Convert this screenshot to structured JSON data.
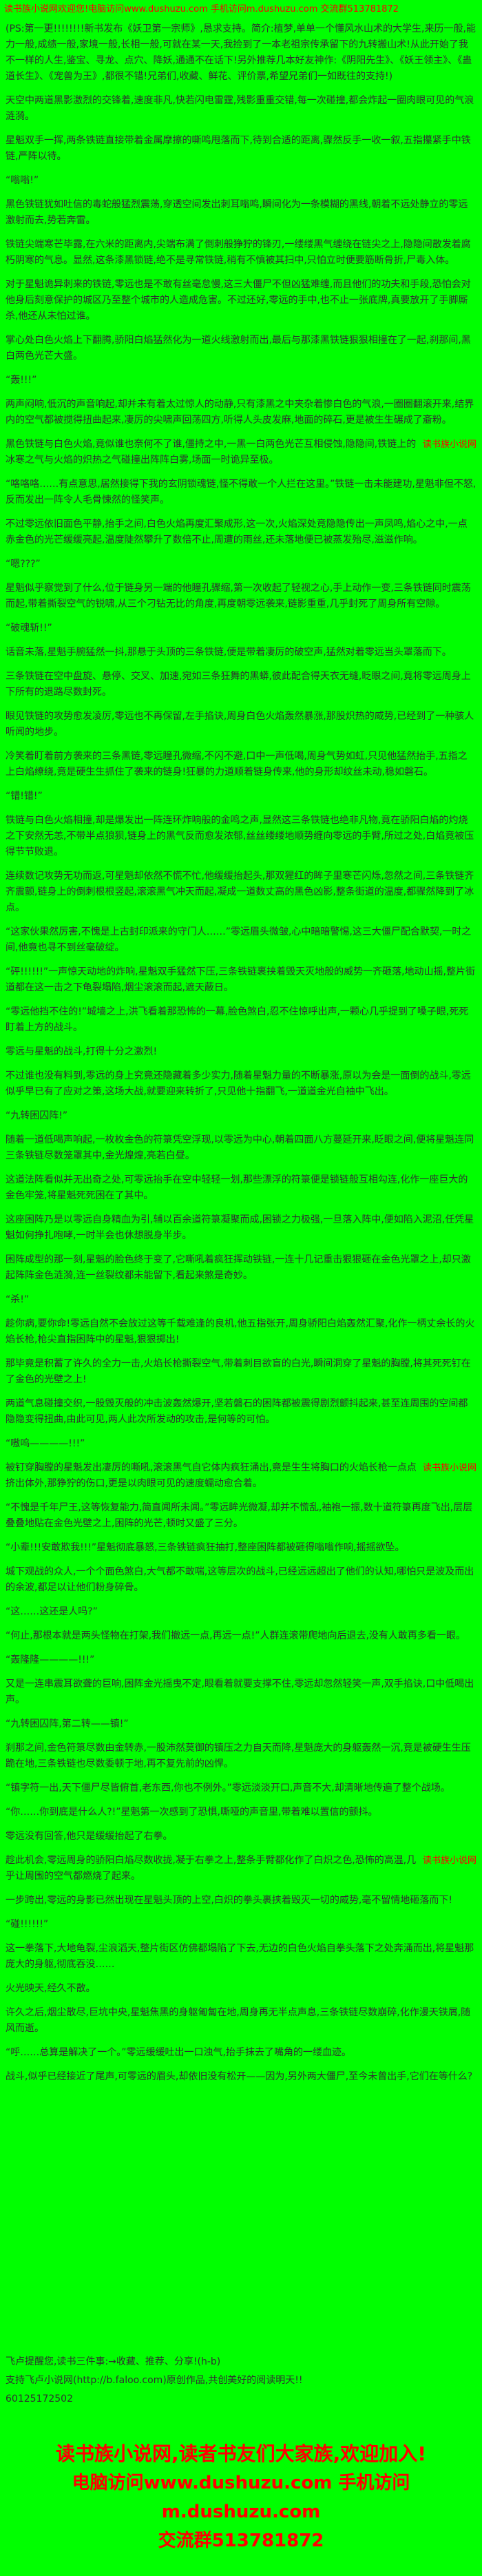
{
  "site": {
    "name": "读书族小说网",
    "top_notice": "读书族小说网欢迎您!电脑访问www.dushuzu.com 手机访问m.dushuzu.com 交流群513781872",
    "watermark": "读书族小说网"
  },
  "colors": {
    "background": "#00FF00",
    "body_text": "#303030",
    "accent_red": "#FF0000"
  },
  "content": {
    "paragraphs": [
      {
        "text": "(PS:第一更!!!!!!!!新书发布《妖卫第一宗师》,恳求支持。简介:植梦,单单一个懂风水山术的大学生,来历一般,能力一般,成绩一般,家境一般,长相一般,可就在某一天,我捡到了一本老祖宗传承留下的九转搬山术!从此开始了我不一样的人生,鉴宝、寻龙、点穴、降妖,通通不在话下!另外推荐几本好友神作:《阴阳先生》、《妖王领主》、《蛊道长生》、《宠兽为王》,都很不错!兄弟们,收藏、鲜花、评价票,希望兄弟们一如既往的支持!)",
        "watermark": false
      },
      {
        "text": "天空中两道黑影激烈的交锋着,速度非凡,快若闪电雷霆,残影重重交错,每一次碰撞,都会炸起一圈肉眼可见的气浪涟漪。",
        "watermark": false
      },
      {
        "text": "星魁双手一挥,两条铁链直接带着金属摩擦的嘶鸣甩落而下,待到合适的距离,骤然反手一收一叙,五指攥紧手中铁链,严阵以待。",
        "watermark": false
      },
      {
        "text": "“嗡嗡!”",
        "watermark": false
      },
      {
        "text": "黑色铁链犹如吐信的毒蛇般猛烈震荡,穿透空间发出刺耳嗡鸣,瞬间化为一条模糊的黑线,朝着不远处静立的零远激射而去,势若奔雷。",
        "watermark": false
      },
      {
        "text": "铁链尖端寒芒毕露,在六米的距离内,尖端布满了倒刺般狰狞的锋刃,一缕缕黑气缠绕在链尖之上,隐隐间散发着腐朽阴寒的气息。显然,这条漆黑锁链,绝不是寻常铁链,稍有不慎被其扫中,只怕立时便要筋断骨折,尸毒入体。",
        "watermark": false
      },
      {
        "text": "对于星魁诡异刺来的铁链,零远也是不敢有丝毫怠慢,这三大僵尸不但凶猛难缠,而且他们的功夫和手段,恐怕会对他身后刻意保护的城区乃至整个城市的人造成危害。不过还好,零远的手中,也不止一张底牌,真要放开了手脚厮杀,他还从未怕过谁。",
        "watermark": false
      },
      {
        "text": "掌心处白色火焰上下翻腾,骄阳白焰猛然化为一道火线激射而出,最后与那漆黑铁链狠狠相撞在了一起,刹那间,黑白两色光芒大盛。",
        "watermark": false
      },
      {
        "text": "“轰!!!”",
        "watermark": false
      },
      {
        "text": "两声闷响,低沉的声音响起,却并未有着太过惊人的动静,只有漆黑之中夹杂着惨白色的气浪,一圈圈翻滚开来,结界内的空气都被搅得扭曲起来,凄厉的尖啸声回荡四方,听得人头皮发麻,地面的碎石,更是被生生碾成了齑粉。",
        "watermark": false
      },
      {
        "text": "黑色铁链与白色火焰,竟似谁也奈何不了谁,僵持之中,一黑一白两色光芒互相侵蚀,隐隐间,铁链上的冰寒之气与火焰的炽热之气碰撞出阵阵白雾,场面一时诡异至极。",
        "watermark": true
      },
      {
        "text": "“咯咯咯……有点意思,居然接得下我的玄阴锁魂链,怪不得敢一个人拦在这里。”铁链一击未能建功,星魁非但不怒,反而发出一阵令人毛骨悚然的怪笑声。",
        "watermark": false
      },
      {
        "text": "不过零远依旧面色平静,抬手之间,白色火焰再度汇聚成形,这一次,火焰深处竟隐隐传出一声凤鸣,焰心之中,一点赤金色的光芒缓缓亮起,温度陡然攀升了数倍不止,周遭的雨丝,还未落地便已被蒸发殆尽,滋滋作响。",
        "watermark": false
      },
      {
        "text": "“嗯???”",
        "watermark": false
      },
      {
        "text": "星魁似乎察觉到了什么,位于链身另一端的他瞳孔骤缩,第一次收起了轻视之心,手上动作一变,三条铁链同时震荡而起,带着撕裂空气的锐啸,从三个刁钻无比的角度,再度朝零远袭来,链影重重,几乎封死了周身所有空隙。",
        "watermark": false
      },
      {
        "text": "“破魂斩!!”",
        "watermark": false
      },
      {
        "text": "话音未落,星魁手腕猛然一抖,那悬于头顶的三条铁链,便是带着凄厉的破空声,猛然对着零远当头罩落而下。",
        "watermark": false
      },
      {
        "text": "三条铁链在空中盘旋、悬停、交叉、加速,宛如三条狂舞的黑蟒,彼此配合得天衣无缝,眨眼之间,竟将零远周身上下所有的退路尽数封死。",
        "watermark": false
      },
      {
        "text": "眼见铁链的攻势愈发凌厉,零远也不再保留,左手掐诀,周身白色火焰轰然暴涨,那股炽热的威势,已经到了一种骇人听闻的地步。",
        "watermark": false
      },
      {
        "text": "冷笑着盯着前方袭来的三条黑链,零远瞳孔微缩,不闪不避,口中一声低喝,周身气势如虹,只见他猛然抬手,五指之上白焰缭绕,竟是硬生生抓住了袭来的链身!狂暴的力道顺着链身传来,他的身形却纹丝未动,稳如磐石。",
        "watermark": false
      },
      {
        "text": "“错!错!”",
        "watermark": false
      },
      {
        "text": "铁链与白色火焰相撞,却是爆发出一阵连环炸响般的金鸣之声,显然这三条铁链也绝非凡物,竟在骄阳白焰的灼烧之下安然无恙,不带半点狼狈,链身上的黑气反而愈发浓郁,丝丝缕缕地顺势缠向零远的手臂,所过之处,白焰竟被压得节节败退。",
        "watermark": false
      },
      {
        "text": "连续数记攻势无功而返,可星魁却依然不慌不忙,他缓缓抬起头,那双猩红的眸子里寒芒闪烁,忽然之间,三条铁链齐齐震颤,链身上的倒刺根根竖起,滚滚黑气冲天而起,凝成一道数丈高的黑色凶影,整条街道的温度,都骤然降到了冰点。",
        "watermark": false
      },
      {
        "text": "“这家伙果然厉害,不愧是上古封印派来的守门人……”零远眉头微皱,心中暗暗警惕,这三大僵尸配合默契,一时之间,他竟也寻不到丝毫破绽。",
        "watermark": false
      },
      {
        "text": "“砰!!!!!!”一声惊天动地的炸响,星魁双手猛然下压,三条铁链裹挟着毁天灭地般的威势一齐砸落,地动山摇,整片街道都在这一击之下龟裂塌陷,烟尘滚滚而起,遮天蔽日。",
        "watermark": false
      },
      {
        "text": "“零远他挡不住的!”城墙之上,洪飞看着那恐怖的一幕,脸色煞白,忍不住惊呼出声,一颗心几乎提到了嗓子眼,死死盯着上方的战斗。",
        "watermark": false
      },
      {
        "text": "零远与星魁的战斗,打得十分之激烈!",
        "watermark": false
      },
      {
        "text": "不过谁也没有料到,零远的身上究竟还隐藏着多少实力,随着星魁力量的不断暴涨,原以为会是一面倒的战斗,零远似乎早已有了应对之策,这场大战,就要迎来转折了,只见他十指翻飞,一道道金光自袖中飞出。",
        "watermark": false
      },
      {
        "text": "“九转困囚阵!”",
        "watermark": false
      },
      {
        "text": "随着一道低喝声响起,一枚枚金色的符箓凭空浮现,以零远为中心,朝着四面八方蔓延开来,眨眼之间,便将星魁连同三条铁链尽数笼罩其中,金光煌煌,亮若白昼。",
        "watermark": false
      },
      {
        "text": "这道法阵看似并无出奇之处,可零远抬手在空中轻轻一划,那些漂浮的符箓便是锁链般互相勾连,化作一座巨大的金色牢笼,将星魁死死困在了其中。",
        "watermark": false
      },
      {
        "text": "这座困阵乃是以零远自身精血为引,辅以百余道符箓凝聚而成,困锁之力极强,一旦落入阵中,便如陷入泥沼,任凭星魁如何挣扎咆哮,一时半会也休想脱身半步。",
        "watermark": false
      },
      {
        "text": "困阵成型的那一刻,星魁的脸色终于变了,它嘶吼着疯狂挥动铁链,一连十几记重击狠狠砸在金色光罩之上,却只激起阵阵金色涟漪,连一丝裂纹都未能留下,看起来煞是奇妙。",
        "watermark": false
      },
      {
        "text": "“杀!”",
        "watermark": false
      },
      {
        "text": "趁你病,要你命!零远自然不会放过这等千载难逢的良机,他五指张开,周身骄阳白焰轰然汇聚,化作一柄丈余长的火焰长枪,枪尖直指困阵中的星魁,狠狠掷出!",
        "watermark": false
      },
      {
        "text": "那毕竟是积蓄了许久的全力一击,火焰长枪撕裂空气,带着刺目欲盲的白光,瞬间洞穿了星魁的胸膛,将其死死钉在了金色的光壁之上!",
        "watermark": false
      },
      {
        "text": "两道气息碰撞交织,一股毁灭般的冲击波轰然爆开,坚若磐石的困阵都被震得剧烈颤抖起来,甚至连周围的空间都隐隐变得扭曲,由此可见,两人此次所发动的攻击,是何等的可怕。",
        "watermark": false
      },
      {
        "text": "“嗷呜————!!!”",
        "watermark": false
      },
      {
        "text": "被钉穿胸膛的星魁发出凄厉的嘶吼,滚滚黑气自它体内疯狂涌出,竟是生生将胸口的火焰长枪一点点挤出体外,那狰狞的伤口,更是以肉眼可见的速度蠕动愈合着。",
        "watermark": true
      },
      {
        "text": "“不愧是千年尸王,这等恢复能力,简直闻所未闻。”零远眸光微凝,却并不慌乱,袖袍一振,数十道符箓再度飞出,层层叠叠地贴在金色光壁之上,困阵的光芒,顿时又盛了三分。",
        "watermark": false
      },
      {
        "text": "“小辈!!!安敢欺我!!!”星魁彻底暴怒,三条铁链疯狂抽打,整座困阵都被砸得嗡嗡作响,摇摇欲坠。",
        "watermark": false
      },
      {
        "text": "城下观战的众人,一个个面色煞白,大气都不敢喘,这等层次的战斗,已经远远超出了他们的认知,哪怕只是波及而出的余波,都足以让他们粉身碎骨。",
        "watermark": false
      },
      {
        "text": "“这……这还是人吗?”",
        "watermark": false
      },
      {
        "text": "“何止,那根本就是两头怪物在打架,我们撤远一点,再远一点!”人群连滚带爬地向后退去,没有人敢再多看一眼。",
        "watermark": false
      },
      {
        "text": "“轰隆隆————!!!”",
        "watermark": false
      },
      {
        "text": "又是一连串震耳欲聋的巨响,困阵金光摇曳不定,眼看着就要支撑不住,零远却忽然轻笑一声,双手掐诀,口中低喝出声。",
        "watermark": false
      },
      {
        "text": "“九转困囚阵,第二转——镇!”",
        "watermark": false
      },
      {
        "text": "刹那之间,金色符箓尽数由金转赤,一股沛然莫御的镇压之力自天而降,星魁庞大的身躯轰然一沉,竟是被硬生生压跪在地,三条铁链也尽数委顿于地,再不复先前的凶悍。",
        "watermark": false
      },
      {
        "text": "“镇字符一出,天下僵尸尽皆俯首,老东西,你也不例外。”零远淡淡开口,声音不大,却清晰地传遍了整个战场。",
        "watermark": false
      },
      {
        "text": "“你……你到底是什么人?!”星魁第一次感到了恐惧,嘶哑的声音里,带着难以置信的颤抖。",
        "watermark": false
      },
      {
        "text": "零远没有回答,他只是缓缓抬起了右拳。",
        "watermark": false
      },
      {
        "text": "趁此机会,零远周身的骄阳白焰尽数收拢,凝于右拳之上,整条手臂都化作了白炽之色,恐怖的高温,几乎让周围的空气都燃烧了起来。",
        "watermark": true
      },
      {
        "text": "一步跨出,零远的身影已然出现在星魁头顶的上空,白炽的拳头裹挟着毁灭一切的威势,毫不留情地砸落而下!",
        "watermark": false
      },
      {
        "text": "“碰!!!!!!”",
        "watermark": false
      },
      {
        "text": "这一拳落下,大地龟裂,尘浪滔天,整片街区仿佛都塌陷了下去,无边的白色火焰自拳头落下之处奔涌而出,将星魁那庞大的身躯,彻底吞没……",
        "watermark": false
      },
      {
        "text": "火光映天,经久不散。",
        "watermark": false
      },
      {
        "text": "许久之后,烟尘散尽,巨坑中央,星魁焦黑的身躯匍匐在地,周身再无半点声息,三条铁链尽数崩碎,化作漫天铁屑,随风而逝。",
        "watermark": false
      },
      {
        "text": "“呼……总算是解决了一个。”零远缓缓吐出一口浊气,抬手抹去了嘴角的一缕血迹。",
        "watermark": false
      },
      {
        "text": "战斗,似乎已经接近了尾声,可零远的眉头,却依旧没有松开——因为,另外两大僵尸,至今未曾出手,它们在等什么?",
        "watermark": false
      }
    ]
  },
  "bottom": {
    "reminder": "飞卢提醒您,读书三件事:→收藏、推荐、分享!(h-b)",
    "support": "支持飞卢小说网(http://b.faloo.com)原创作品,共创美好的阅读明天!!",
    "code": "60125172502"
  },
  "footer": {
    "line1": "读书族小说网,读者书友们大家族,欢迎加入!",
    "line2": "电脑访问www.dushuzu.com 手机访问m.dushuzu.com",
    "line3": "交流群513781872"
  }
}
